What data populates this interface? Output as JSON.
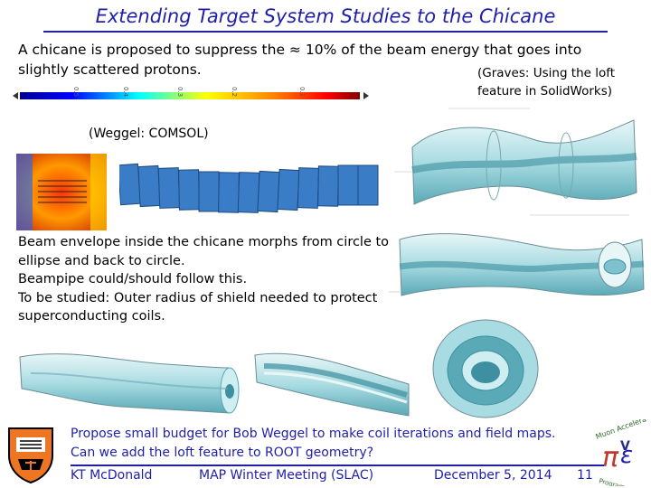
{
  "slide": {
    "title": "Extending Target System Studies to the Chicane",
    "intro_line1": "A chicane is proposed to suppress the ≈ 10% of the beam energy that goes into",
    "intro_line2": "slightly scattered protons.",
    "graves_credit_line1": "(Graves: Using the loft",
    "graves_credit_line2": "feature in SolidWorks)",
    "weggel_credit": "(Weggel: COMSOL)",
    "body": [
      "Beam envelope inside the chicane morphs from circle to ellipse and back to circle.",
      "Beampipe could/should follow this.",
      "To be studied: Outer radius of shield needed to protect superconducting coils."
    ],
    "notes": [
      "Propose small budget for Bob Weggel to make coil iterations and field maps.",
      "Can we add the loft feature to ROOT geometry?"
    ]
  },
  "footer": {
    "author": "KT McDonald",
    "meeting": "MAP Winter Meeting  (SLAC)",
    "date": "December 5, 2014",
    "page": "11"
  },
  "colorbar": {
    "tick_labels": [
      "0.5",
      "0.4",
      "0.3",
      "0.2",
      "0.1"
    ]
  },
  "colors": {
    "title": "#1f1faa",
    "pipe": "#a9dce2",
    "pipe_dark": "#5aa9b6",
    "princeton_orange": "#ee7622"
  },
  "icons": [
    "princeton-shield-logo",
    "muon-accelerator-program-logo"
  ]
}
